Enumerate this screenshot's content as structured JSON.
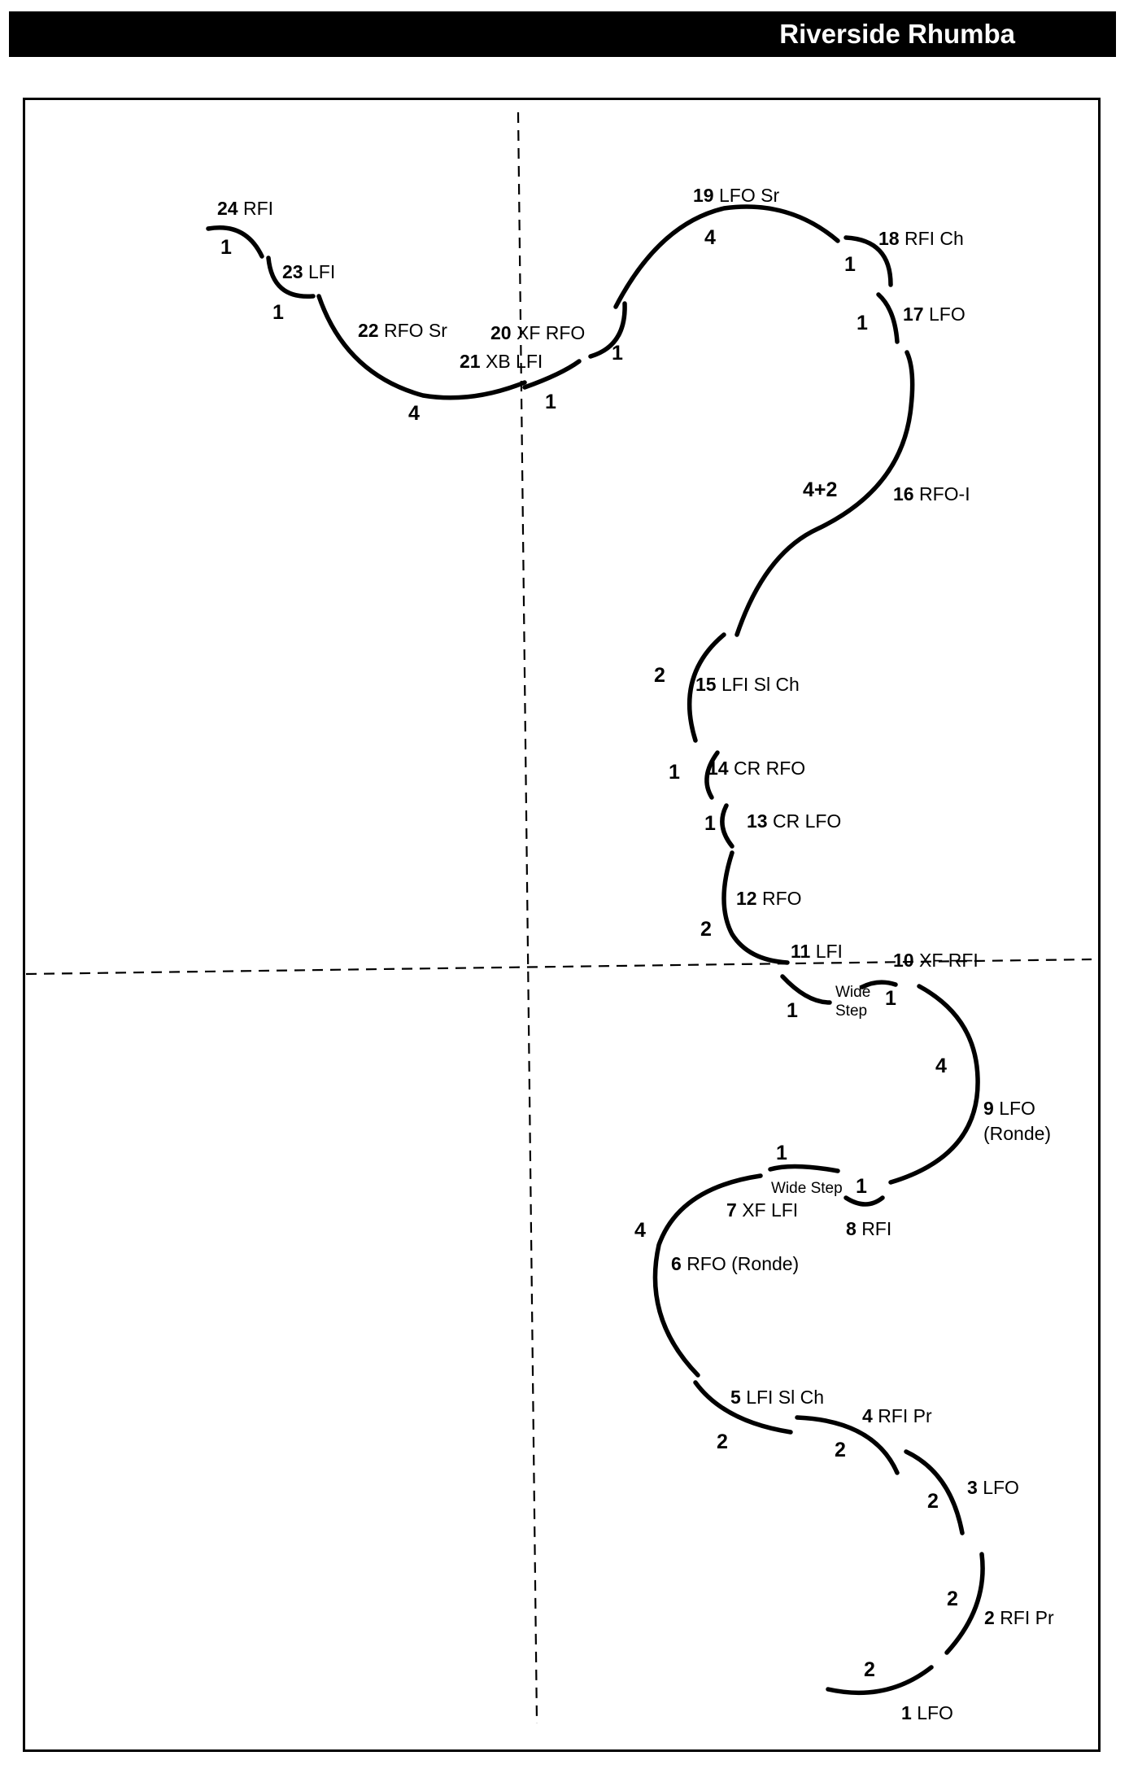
{
  "title": "Riverside Rhumba",
  "steps": [
    {
      "id": "s1",
      "num": "1",
      "text": "LFO"
    },
    {
      "id": "s2",
      "num": "2",
      "text": "RFI Pr"
    },
    {
      "id": "s3",
      "num": "3",
      "text": "LFO"
    },
    {
      "id": "s4",
      "num": "4",
      "text": "RFI Pr"
    },
    {
      "id": "s5",
      "num": "5",
      "text": "LFI Sl Ch"
    },
    {
      "id": "s6",
      "num": "6",
      "text": "RFO (Ronde)"
    },
    {
      "id": "s7",
      "num": "7",
      "text": "XF LFI"
    },
    {
      "id": "s8",
      "num": "8",
      "text": "RFI"
    },
    {
      "id": "s9",
      "num": "9",
      "text": "LFO",
      "text2": "(Ronde)"
    },
    {
      "id": "s10",
      "num": "10",
      "text": "XF RFI"
    },
    {
      "id": "s11",
      "num": "11",
      "text": "LFI"
    },
    {
      "id": "s12",
      "num": "12",
      "text": "RFO"
    },
    {
      "id": "s13",
      "num": "13",
      "text": "CR LFO"
    },
    {
      "id": "s14",
      "num": "14",
      "text": "CR RFO"
    },
    {
      "id": "s15",
      "num": "15",
      "text": "LFI Sl Ch"
    },
    {
      "id": "s16",
      "num": "16",
      "text": "RFO-I"
    },
    {
      "id": "s17",
      "num": "17",
      "text": "LFO"
    },
    {
      "id": "s18",
      "num": "18",
      "text": "RFI Ch"
    },
    {
      "id": "s19",
      "num": "19",
      "text": "LFO Sr"
    },
    {
      "id": "s20",
      "num": "20",
      "text": "XF RFO"
    },
    {
      "id": "s21",
      "num": "21",
      "text": "XB LFI"
    },
    {
      "id": "s22",
      "num": "22",
      "text": "RFO Sr"
    },
    {
      "id": "s23",
      "num": "23",
      "text": "LFI"
    },
    {
      "id": "s24",
      "num": "24",
      "text": "RFI"
    }
  ],
  "counts": [
    {
      "id": "c1",
      "value": "2"
    },
    {
      "id": "c2",
      "value": "2"
    },
    {
      "id": "c3",
      "value": "2"
    },
    {
      "id": "c4",
      "value": "2"
    },
    {
      "id": "c5",
      "value": "2"
    },
    {
      "id": "c6",
      "value": "4"
    },
    {
      "id": "c7",
      "value": "1"
    },
    {
      "id": "c8",
      "value": "1"
    },
    {
      "id": "c9",
      "value": "4"
    },
    {
      "id": "c10",
      "value": "1"
    },
    {
      "id": "c11",
      "value": "1"
    },
    {
      "id": "c12",
      "value": "2"
    },
    {
      "id": "c13",
      "value": "1"
    },
    {
      "id": "c14",
      "value": "1"
    },
    {
      "id": "c15",
      "value": "2"
    },
    {
      "id": "c16",
      "value": "4+2"
    },
    {
      "id": "c17",
      "value": "1"
    },
    {
      "id": "c18",
      "value": "1"
    },
    {
      "id": "c19",
      "value": "4"
    },
    {
      "id": "c20",
      "value": "1"
    },
    {
      "id": "c21",
      "value": "1"
    },
    {
      "id": "c22",
      "value": "4"
    },
    {
      "id": "c23",
      "value": "1"
    },
    {
      "id": "c24",
      "value": "1"
    }
  ],
  "notes": {
    "wide_step_lower": {
      "line1": "Wide",
      "line2": "Step"
    },
    "wide_step_upper": "Wide Step"
  }
}
